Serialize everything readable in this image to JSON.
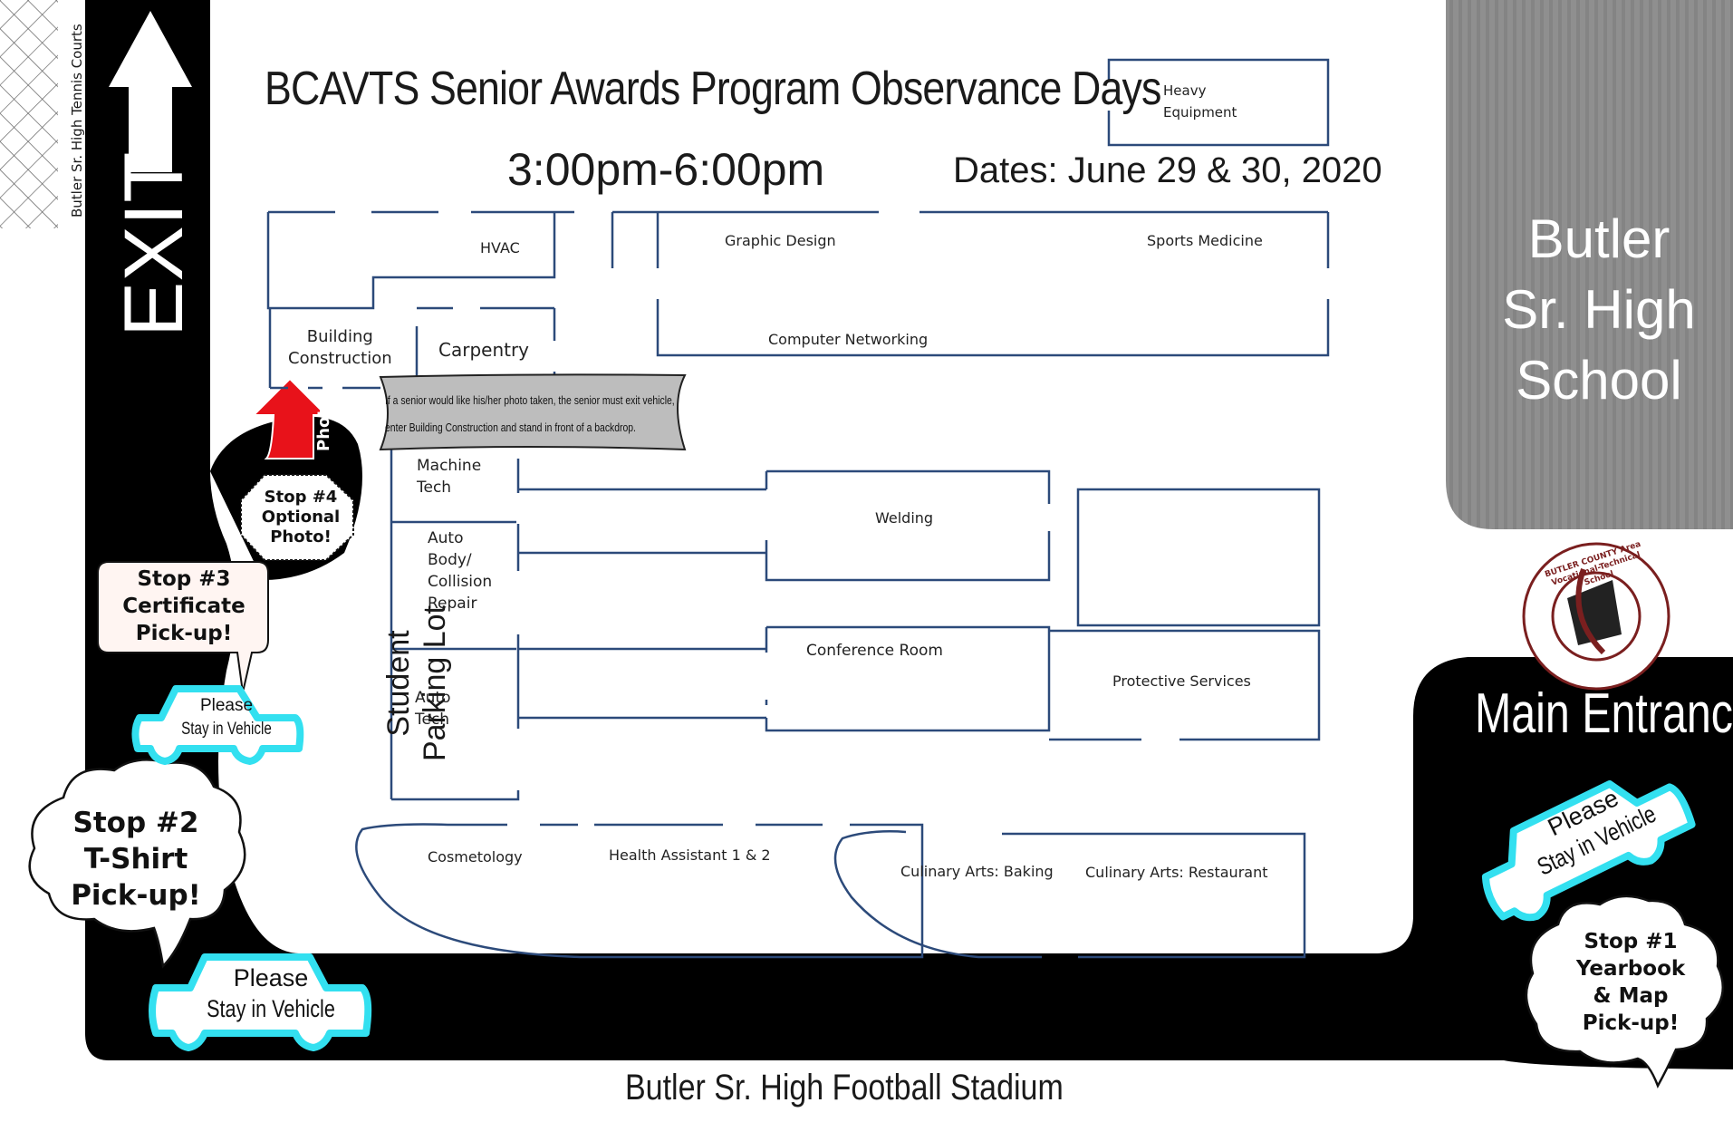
{
  "header": {
    "title": "BCAVTS Senior Awards Program Observance Days",
    "time": "3:00pm-6:00pm",
    "dates": "Dates: June 29 & 30, 2020"
  },
  "rooms": {
    "heavy_equipment": [
      "Heavy",
      "Equipment"
    ],
    "hvac": "HVAC",
    "graphic_design": "Graphic Design",
    "sports_medicine": "Sports Medicine",
    "computer_networking": "Computer Networking",
    "building_construction": [
      "Building",
      "Construction"
    ],
    "carpentry": "Carpentry",
    "machine_tech": [
      "Machine",
      "Tech"
    ],
    "auto_body": [
      "Auto",
      "Body/",
      "Collision",
      "Repair"
    ],
    "auto_tech": [
      "Auto",
      "Tech"
    ],
    "welding": "Welding",
    "conference_room": "Conference Room",
    "protective_services": "Protective Services",
    "cosmetology": "Cosmetology",
    "health_assistant": "Health Assistant 1 & 2",
    "culinary_baking": "Culinary Arts:  Baking",
    "culinary_restaurant": "Culinary Arts:  Restaurant"
  },
  "labels": {
    "tennis_courts": "Butler Sr. High Tennis Courts",
    "exit": "EXIT",
    "photo": "Photo",
    "student_parking": [
      "Student",
      "Parking Lot"
    ],
    "school": [
      "Butler",
      "Sr. High",
      "School"
    ],
    "main_entrance": "Main Entrance",
    "stadium": "Butler Sr. High Football Stadium",
    "logo_text": "BUTLER COUNTY Area Vocational-Technical School"
  },
  "banner": {
    "line1": "If a senior would like his/her photo taken, the senior must exit vehicle,",
    "line2": "enter Building Construction and stand in front of a backdrop."
  },
  "stops": {
    "stop1": [
      "Stop #1",
      "Yearbook",
      "& Map",
      "Pick-up!"
    ],
    "stop2": [
      "Stop #2",
      "T-Shirt",
      "Pick-up!"
    ],
    "stop3": [
      "Stop #3",
      "Certificate",
      "Pick-up!"
    ],
    "stop4": [
      "Stop #4",
      "Optional",
      "Photo!"
    ]
  },
  "vehicle_notice": [
    "Please",
    "Stay in Vehicle"
  ],
  "colors": {
    "road": "#000000",
    "car_outline": "#33e0f0",
    "photo_arrow": "#e8121a",
    "school_building": "#8a8a8a",
    "wall": "#2c4a7a",
    "logo_maroon": "#7a1f1f"
  },
  "icons": [
    "exit-arrow-icon",
    "photo-arrow-icon",
    "car-icon",
    "logo-icon",
    "tennis-court-icon"
  ]
}
